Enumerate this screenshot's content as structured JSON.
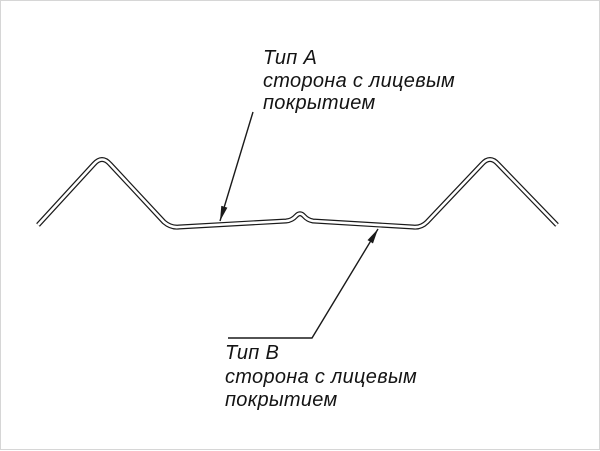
{
  "drawing": {
    "title": "profile-cross-section",
    "colors": {
      "line": "#1a1a1a",
      "background": "#ffffff"
    }
  },
  "labels": {
    "type_a": {
      "title": "Тип А",
      "line1": "сторона с лицевым",
      "line2": "покрытием"
    },
    "type_b": {
      "title": "Тип В",
      "line1": "сторона с лицевым",
      "line2": "покрытием"
    }
  }
}
